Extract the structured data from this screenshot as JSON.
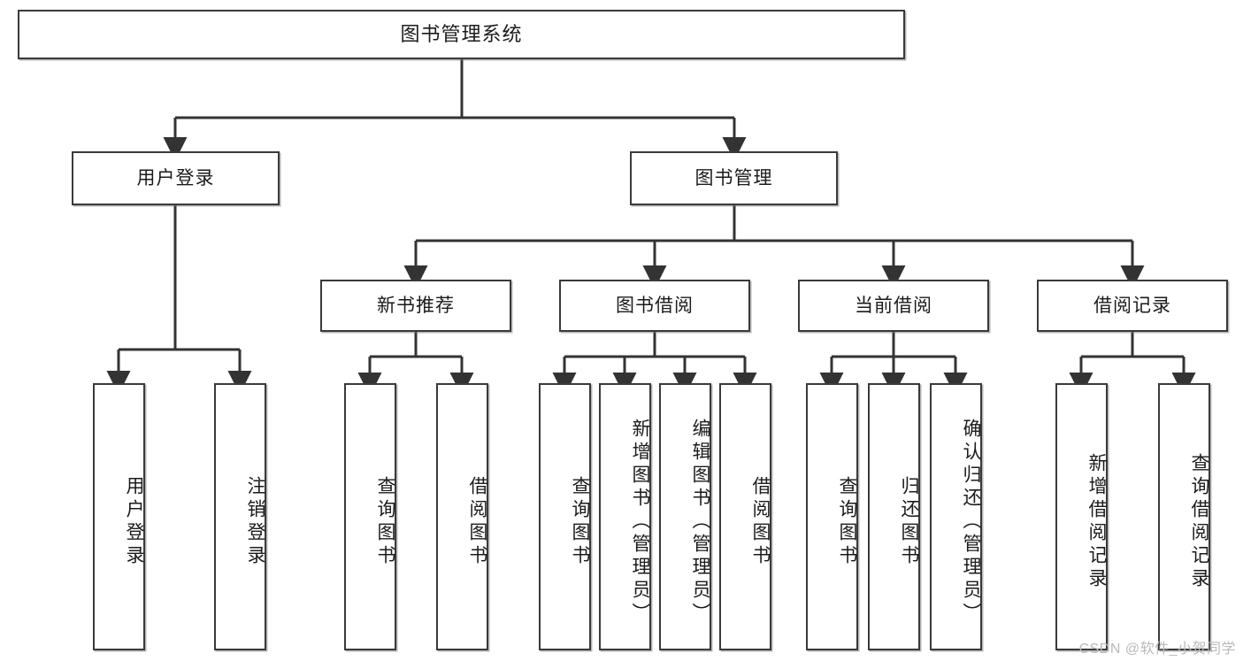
{
  "diagram": {
    "title": "图书管理系统",
    "type": "tree",
    "watermark": "CSDN @软件_小贺同学",
    "colors": {
      "box_border": "#3a3a3a",
      "box_fill": "#ffffff",
      "line": "#333333",
      "text": "#1b1b1b",
      "watermark": "#b9b9b9"
    },
    "nodes": {
      "root": {
        "label": "图书管理系统"
      },
      "level2": [
        {
          "id": "user-login",
          "label": "用户登录"
        },
        {
          "id": "book-manage",
          "label": "图书管理"
        }
      ],
      "level3": [
        {
          "id": "new-book-recommend",
          "label": "新书推荐"
        },
        {
          "id": "book-borrow",
          "label": "图书借阅"
        },
        {
          "id": "current-borrow",
          "label": "当前借阅"
        },
        {
          "id": "borrow-record",
          "label": "借阅记录"
        }
      ],
      "leaves": {
        "user-login": [
          {
            "id": "leaf-user-login",
            "label": "用户登录"
          },
          {
            "id": "leaf-logout",
            "label": "注销登录"
          }
        ],
        "new-book-recommend": [
          {
            "id": "leaf-query-book-1",
            "label": "查询图书"
          },
          {
            "id": "leaf-borrow-book-1",
            "label": "借阅图书"
          }
        ],
        "book-borrow": [
          {
            "id": "leaf-query-book-2",
            "label": "查询图书"
          },
          {
            "id": "leaf-add-book",
            "label": "新增图书（管理员）"
          },
          {
            "id": "leaf-edit-book",
            "label": "编辑图书（管理员）"
          },
          {
            "id": "leaf-borrow-book-2",
            "label": "借阅图书"
          }
        ],
        "current-borrow": [
          {
            "id": "leaf-query-book-3",
            "label": "查询图书"
          },
          {
            "id": "leaf-return-book",
            "label": "归还图书"
          },
          {
            "id": "leaf-confirm-return",
            "label": "确认归还（管理员）"
          }
        ],
        "borrow-record": [
          {
            "id": "leaf-add-record",
            "label": "新增借阅记录"
          },
          {
            "id": "leaf-query-record",
            "label": "查询借阅记录"
          }
        ]
      }
    }
  }
}
